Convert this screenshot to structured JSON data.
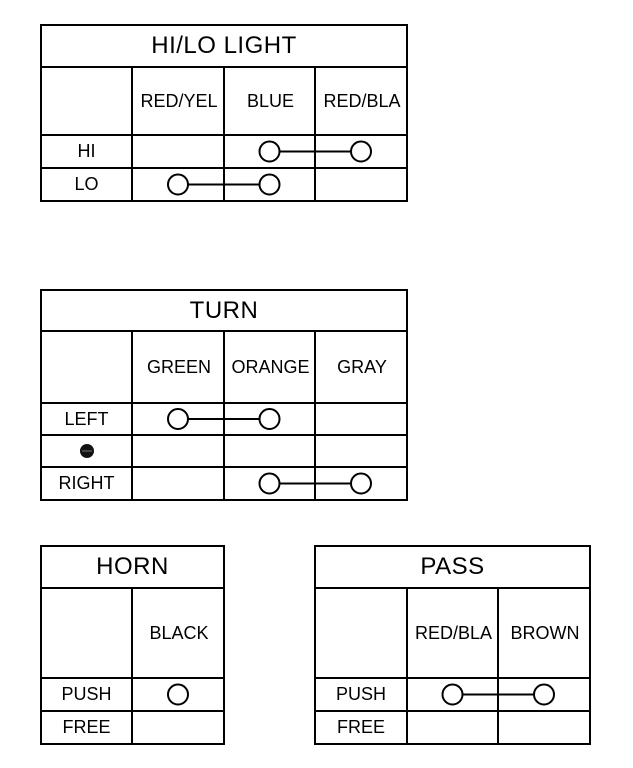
{
  "tables": [
    {
      "id": "hi-lo-light",
      "title": "HI/LO LIGHT",
      "columns": [
        "RED/YEL",
        "BLUE",
        "RED/BLA"
      ],
      "rows": [
        {
          "label": "HI",
          "connected": [
            1,
            2
          ]
        },
        {
          "label": "LO",
          "connected": [
            0,
            1
          ]
        }
      ]
    },
    {
      "id": "turn",
      "title": "TURN",
      "columns": [
        "GREEN",
        "ORANGE",
        "GRAY"
      ],
      "rows": [
        {
          "label": "LEFT",
          "connected": [
            0,
            1
          ]
        },
        {
          "label": "",
          "icon": "neutral-dot-icon",
          "connected": []
        },
        {
          "label": "RIGHT",
          "connected": [
            1,
            2
          ]
        }
      ]
    },
    {
      "id": "horn",
      "title": "HORN",
      "columns": [
        "BLACK"
      ],
      "rows": [
        {
          "label": "PUSH",
          "connected": [
            0
          ]
        },
        {
          "label": "FREE",
          "connected": []
        }
      ]
    },
    {
      "id": "pass",
      "title": "PASS",
      "columns": [
        "RED/BLA",
        "BROWN"
      ],
      "rows": [
        {
          "label": "PUSH",
          "connected": [
            0,
            1
          ]
        },
        {
          "label": "FREE",
          "connected": []
        }
      ]
    }
  ]
}
